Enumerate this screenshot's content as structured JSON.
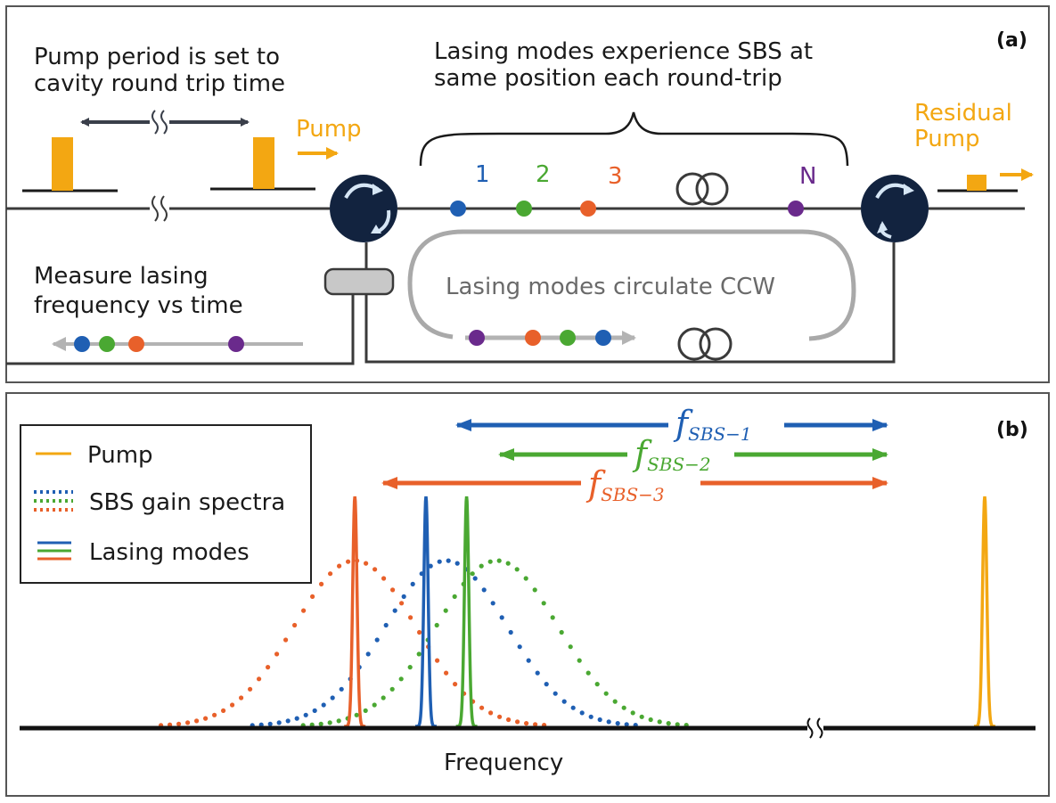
{
  "colors": {
    "pump": "#f3a712",
    "mode1": "#1f5fb3",
    "mode2": "#4aa832",
    "mode3": "#e8602a",
    "modeN": "#6a2a8c",
    "circulator": "#12233f",
    "fiber": "#3a3a3a",
    "loop": "#a9a9a9",
    "coupler": "#c8c8c8"
  },
  "panel_a": {
    "tag": "(a)",
    "pump_period_line1": "Pump period is set to",
    "pump_period_line2": "cavity round trip time",
    "sbs_line1": "Lasing modes experience SBS at",
    "sbs_line2": "same position each round-trip",
    "pump_label": "Pump",
    "residual_line1": "Residual",
    "residual_line2": "Pump",
    "mode_labels": [
      "1",
      "2",
      "3",
      "N"
    ],
    "measure_line1": "Measure lasing",
    "measure_line2": "frequency vs time",
    "ccw_label": "Lasing modes circulate CCW",
    "break_mark": "≈"
  },
  "panel_b": {
    "tag": "(b)",
    "legend": [
      "Pump",
      "SBS gain spectra",
      "Lasing modes"
    ],
    "fsbs": [
      {
        "base": "f",
        "sub": "SBS−1"
      },
      {
        "base": "f",
        "sub": "SBS−2"
      },
      {
        "base": "f",
        "sub": "SBS−3"
      }
    ],
    "x_axis_label": "Frequency",
    "break_mark": "≈"
  },
  "chart_data": {
    "type": "line",
    "title": "",
    "xlabel": "Frequency",
    "ylabel": "",
    "series": [
      {
        "name": "Pump",
        "kind": "line",
        "peak_position": 0.95
      },
      {
        "name": "SBS gain spectra",
        "kind": "dotted",
        "component_centers": [
          0.33,
          0.42,
          0.47
        ]
      },
      {
        "name": "Lasing modes",
        "kind": "line",
        "peak_positions": [
          0.33,
          0.4,
          0.44
        ]
      }
    ]
  }
}
